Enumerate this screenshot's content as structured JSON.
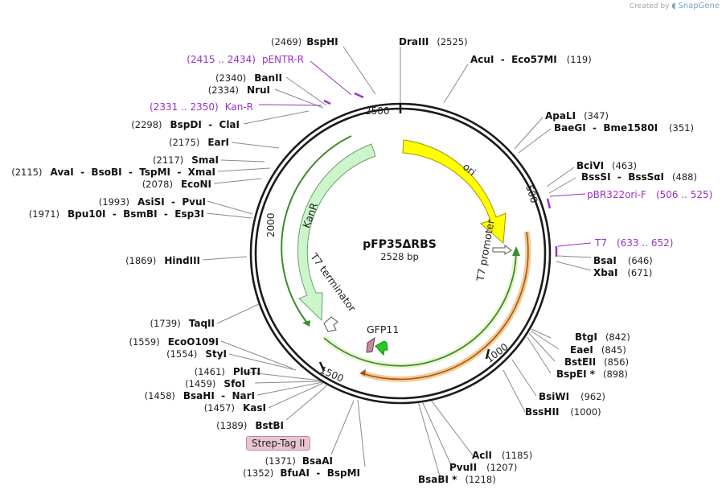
{
  "watermark": {
    "prefix": "Created by",
    "brand": "SnapGene"
  },
  "plasmid": {
    "name": "pFP35ΔRBS",
    "size_label": "2528 bp",
    "length": 2528
  },
  "ticks": [
    {
      "label": "500",
      "pos": 500
    },
    {
      "label": "1000",
      "pos": 1000
    },
    {
      "label": "1500",
      "pos": 1500
    },
    {
      "label": "2000",
      "pos": 2000
    },
    {
      "label": "2500",
      "pos": 2500
    }
  ],
  "features": [
    {
      "label": "ori",
      "type": "arc-arrow",
      "color": "#ffff00",
      "stroke": "#b3a000"
    },
    {
      "label": "KanR",
      "type": "arc-arrow",
      "color": "#ccf5cc",
      "stroke": "#6aa06a"
    },
    {
      "label": "T7 promoter",
      "type": "small-arrow"
    },
    {
      "label": "T7 terminator",
      "type": "small-arrow"
    },
    {
      "label": "GFP11",
      "type": "small-arrow",
      "color": "#22cc22"
    },
    {
      "label": "Strep-Tag II",
      "type": "tag",
      "color": "#e8c6d1"
    }
  ],
  "sites": [
    {
      "num": "(2469)",
      "name": "BspHI"
    },
    {
      "name": "DraIII",
      "num": "(2525)"
    },
    {
      "name": "AcuI  -  Eco57MI",
      "num": "(119)"
    },
    {
      "name": "ApaLI",
      "num": "(347)"
    },
    {
      "name": "BaeGI  -  Bme1580I",
      "num": "(351)"
    },
    {
      "name": "BciVI",
      "num": "(463)"
    },
    {
      "name": "BssSI  -  BssSαI",
      "num": "(488)"
    },
    {
      "name": "BsaI",
      "num": "(646)"
    },
    {
      "name": "XbaI",
      "num": "(671)"
    },
    {
      "name": "BtgI",
      "num": "(842)"
    },
    {
      "name": "EaeI",
      "num": "(845)"
    },
    {
      "name": "BstEII",
      "num": "(856)"
    },
    {
      "name": "BspEI *",
      "num": "(898)"
    },
    {
      "name": "BsiWI",
      "num": "(962)"
    },
    {
      "name": "BssHII",
      "num": "(1000)"
    },
    {
      "name": "AclI",
      "num": "(1185)"
    },
    {
      "name": "PvuII",
      "num": "(1207)"
    },
    {
      "name": "BsaBI *",
      "num": "(1218)"
    },
    {
      "num": "(1371)",
      "name": "BsaAI"
    },
    {
      "num": "(1352)",
      "name": "BfuAI  -  BspMI"
    },
    {
      "num": "(1389)",
      "name": "BstBI"
    },
    {
      "num": "(1457)",
      "name": "KasI"
    },
    {
      "num": "(1458)",
      "name": "BsaHI  -  NarI"
    },
    {
      "num": "(1459)",
      "name": "SfoI"
    },
    {
      "num": "(1461)",
      "name": "PluTI"
    },
    {
      "num": "(1554)",
      "name": "StyI"
    },
    {
      "num": "(1559)",
      "name": "EcoO109I"
    },
    {
      "num": "(1739)",
      "name": "TaqII"
    },
    {
      "num": "(1869)",
      "name": "HindIII"
    },
    {
      "num": "(1971)",
      "name": "Bpu10I  -  BsmBI  -  Esp3I"
    },
    {
      "num": "(1993)",
      "name": "AsiSI  -  PvuI"
    },
    {
      "num": "(2078)",
      "name": "EcoNI"
    },
    {
      "num": "(2115)",
      "name": "AvaI  -  BsoBI  -  TspMI  -  XmaI"
    },
    {
      "num": "(2117)",
      "name": "SmaI"
    },
    {
      "num": "(2175)",
      "name": "EarI"
    },
    {
      "num": "(2298)",
      "name": "BspDI  -  ClaI"
    },
    {
      "num": "(2334)",
      "name": "NruI"
    },
    {
      "num": "(2340)",
      "name": "BanII"
    }
  ],
  "primers": [
    {
      "range": "(2415 .. 2434)",
      "name": "pENTR-R"
    },
    {
      "range": "(2331 .. 2350)",
      "name": "Kan-R"
    },
    {
      "name": "pBR322ori-F",
      "range": "(506 .. 525)"
    },
    {
      "name": "T7",
      "range": "(633 .. 652)"
    }
  ]
}
